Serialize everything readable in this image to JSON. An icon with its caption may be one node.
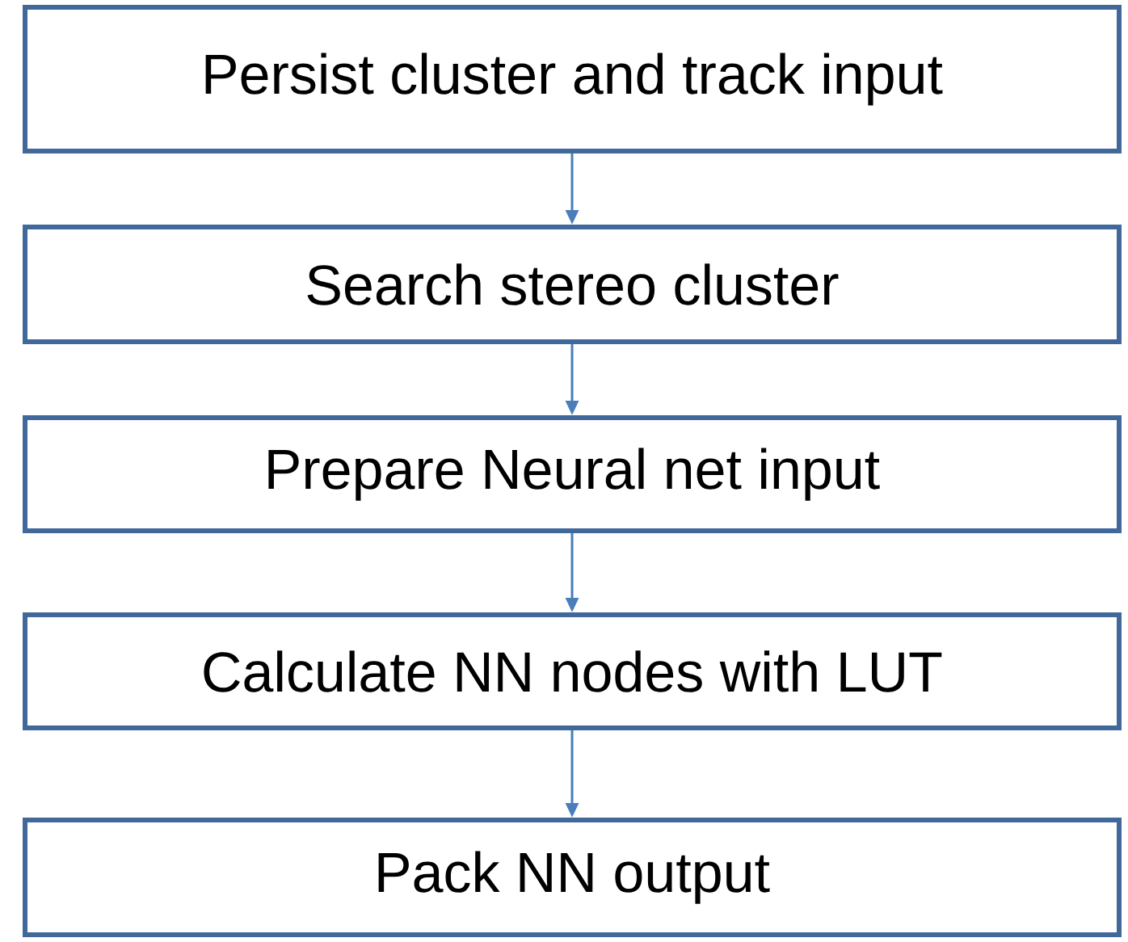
{
  "diagram": {
    "nodes": [
      {
        "text": [
          "Persist cluster and track input"
        ]
      },
      {
        "text": [
          "Search stereo cluster"
        ]
      },
      {
        "text": [
          "Prepare Neural net input"
        ]
      },
      {
        "text": [
          "Calculate NN nodes with LUT"
        ]
      },
      {
        "text": [
          "Pack NN output"
        ]
      }
    ],
    "edges": [
      {
        "from": 0,
        "to": 1,
        "arrow": "to"
      },
      {
        "from": 1,
        "to": 2,
        "arrow": "to"
      },
      {
        "from": 2,
        "to": 3,
        "arrow": "to"
      },
      {
        "from": 3,
        "to": 4,
        "arrow": "to"
      }
    ]
  }
}
